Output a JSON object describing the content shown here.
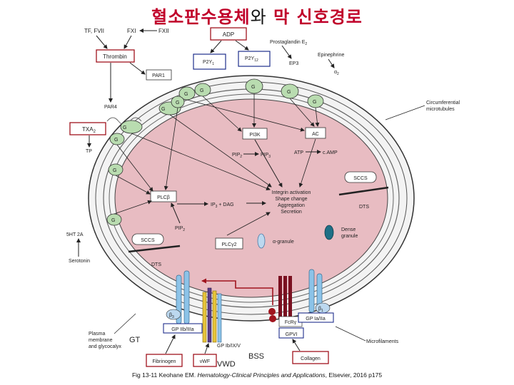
{
  "title": {
    "red_part": "혈소판수용체",
    "black_part": "와",
    "red_tail": "막 신호경로"
  },
  "labels": {
    "tf_fvii": "TF, FVII",
    "fxi": "FXI",
    "fxii": "FXII",
    "adp": "ADP",
    "prostaglandin": "Prostaglandin E",
    "prostaglandin_sub": "2",
    "thrombin": "Thrombin",
    "p2y1": "P2Y",
    "p2y1_sub": "1",
    "p2y12": "P2Y",
    "p2y12_sub": "12",
    "epinephrine": "Epinephrine",
    "ep3": "EP3",
    "alpha2": "α",
    "alpha2_sub": "2",
    "par1": "PAR1",
    "par4": "PAR4",
    "txa2": "TXA",
    "txa2_sub": "2",
    "tp": "TP",
    "circumferential": "Circumferential",
    "microtubules": "microtubules",
    "gi_1": "G",
    "gq_1": "G",
    "gi_2": "G",
    "gi_3": "G",
    "gz": "G",
    "g1213_a": "G",
    "g1213_b": "G",
    "gq_2": "G",
    "gq_3": "G",
    "gq_4": "G",
    "pi3k": "PI3K",
    "ac": "AC",
    "pip2_a": "PIP",
    "pip3": "PIP",
    "atp": "ATP",
    "camp": "c.AMP",
    "sccs_1": "SCCS",
    "dts_1": "DTS",
    "plcb": "PLCβ",
    "ip3_dag": "IP",
    "ip3_dag_tail": "+ DAG",
    "integrin_1": "Integrin activation",
    "integrin_2": "Shape change",
    "integrin_3": "Aggregation",
    "integrin_4": "Secretion",
    "pip2_b": "PIP",
    "ht2a": "5HT 2A",
    "serotonin": "Serotonin",
    "sccs_2": "SCCS",
    "dts_2": "DTS",
    "plcg2": "PLCγ2",
    "alpha_granule": "α-granule",
    "dense_granule_1": "Dense",
    "dense_granule_2": "granule",
    "beta3_left": "β",
    "beta3_right": "β",
    "fcr": "FcRγ",
    "gp_iib_iiia_1": "GP IIb/IIIa",
    "gp_ia_iia": "GP Ia/IIa",
    "gpvi": "GPVI",
    "gt": "GT",
    "plasma_1": "Plasma",
    "plasma_2": "membrane",
    "plasma_3": "and glycocalyx",
    "microfilaments": "Microfilaments",
    "fibrinogen": "Fibrinogen",
    "vwf": "vWF",
    "vwd": "VWD",
    "gp_ib": "GP Ib/IX/V",
    "bss": "BSS",
    "collagen": "Collagen"
  },
  "caption": {
    "prefix": "Fig 13-11 Keohane EM. ",
    "italic": "Hematology-Clinical Principles and Applications",
    "suffix": ", Elsevier, 2016 p175"
  },
  "colors": {
    "title_red": "#c0002a",
    "cytoplasm": "#e8bcc2",
    "membrane": "#f3f3f3",
    "g_protein": "#b9dcb0",
    "highlight_red": "#a0141e",
    "highlight_blue": "#1f2f8c",
    "receptor_blue": "#8cc3e8",
    "receptor_yellow": "#e6c43a",
    "receptor_purple": "#5a3b86",
    "dark_red_receptor": "#7a1020",
    "dense_granule": "#1f6f86",
    "alpha_granule": "#bcd8ef"
  }
}
